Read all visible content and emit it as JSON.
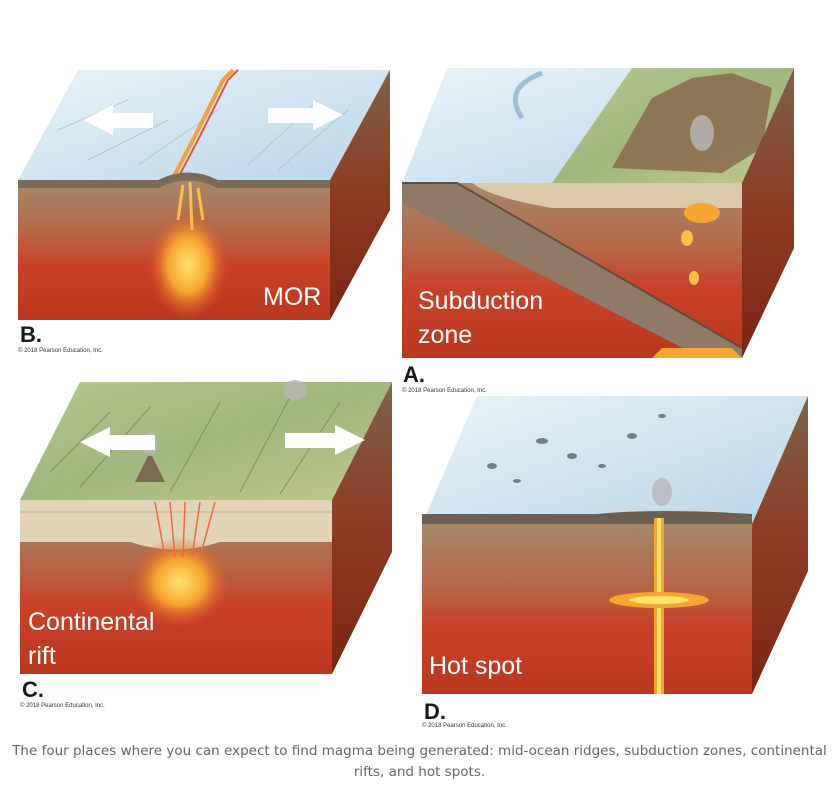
{
  "panels": {
    "mor": {
      "letter": "B.",
      "label": "MOR",
      "copyright": "© 2018 Pearson Education, Inc."
    },
    "subduction": {
      "letter": "A.",
      "label_line1": "Subduction",
      "label_line2": "zone",
      "copyright": "© 2018 Pearson Education, Inc."
    },
    "rift": {
      "letter": "C.",
      "label_line1": "Continental",
      "label_line2": "rift",
      "copyright": "© 2018 Pearson Education, Inc."
    },
    "hotspot": {
      "letter": "D.",
      "label": "Hot spot",
      "copyright": "© 2018 Pearson Education, Inc."
    }
  },
  "caption": "The four places where you can expect to find magma being generated: mid-ocean ridges, subduction zones, continental rifts, and hot spots.",
  "colors": {
    "ocean_surface": "#cfe3ef",
    "continent_green": "#9fb981",
    "crust_brown": "#a78b6c",
    "mantle_red": "#c9422a",
    "magma_orange": "#f7a531",
    "side_dark": "#8a2a18"
  }
}
